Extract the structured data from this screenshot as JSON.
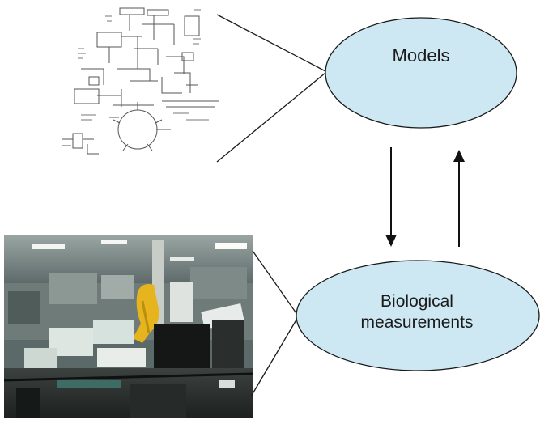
{
  "nodes": {
    "models": {
      "label": "Models"
    },
    "measurements": {
      "label": "Biological\nmeasurements"
    }
  },
  "images": {
    "schematic": {
      "description_icon": "network-schematic-drawing"
    },
    "lab_photo": {
      "description_icon": "robotic-lab-photo"
    }
  },
  "colors": {
    "ellipse_fill": "#cde8f2",
    "ellipse_stroke": "#1a1a1a",
    "line": "#1a1a1a"
  }
}
